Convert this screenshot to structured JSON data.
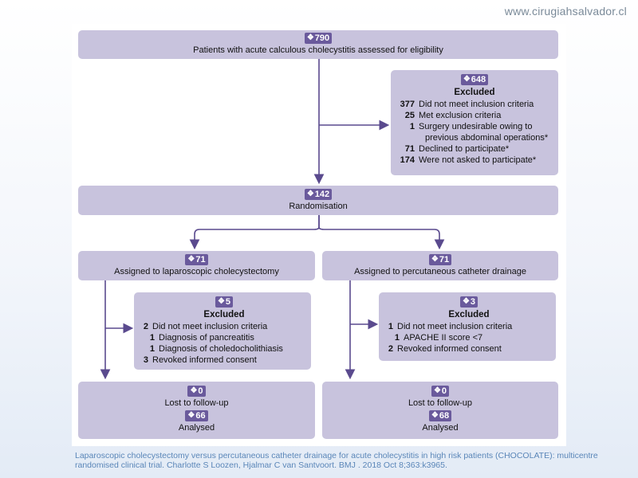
{
  "watermark": "www.cirugiahsalvador.cl",
  "assessed": {
    "n": "790",
    "label": "Patients with acute calculous cholecystitis assessed for eligibility"
  },
  "excluded_main": {
    "n": "648",
    "title": "Excluded",
    "items": [
      {
        "n": "377",
        "text": "Did not meet inclusion criteria"
      },
      {
        "n": "25",
        "text": "Met exclusion criteria"
      },
      {
        "n": "1",
        "text": "Surgery undesirable owing to",
        "text2": "previous abdominal operations*"
      },
      {
        "n": "71",
        "text": "Declined to participate*"
      },
      {
        "n": "174",
        "text": "Were not asked to participate*"
      }
    ]
  },
  "randomised": {
    "n": "142",
    "label": "Randomisation"
  },
  "left": {
    "assigned_n": "71",
    "assigned_label": "Assigned to laparoscopic cholecystectomy",
    "excluded_n": "5",
    "excluded_title": "Excluded",
    "ex1_n": "2",
    "ex1": "Did not meet inclusion criteria",
    "ex1a_n": "1",
    "ex1a": "Diagnosis of pancreatitis",
    "ex1b_n": "1",
    "ex1b": "Diagnosis of choledocholithiasis",
    "ex2_n": "3",
    "ex2": "Revoked informed consent",
    "lost_n": "0",
    "lost_label": "Lost to follow-up",
    "analysed_n": "66",
    "analysed_label": "Analysed"
  },
  "right": {
    "assigned_n": "71",
    "assigned_label": "Assigned to percutaneous catheter drainage",
    "excluded_n": "3",
    "excluded_title": "Excluded",
    "ex1_n": "1",
    "ex1": "Did not meet inclusion criteria",
    "ex1a_n": "1",
    "ex1a": "APACHE II score <7",
    "ex2_n": "2",
    "ex2": "Revoked informed consent",
    "lost_n": "0",
    "lost_label": "Lost to follow-up",
    "analysed_n": "68",
    "analysed_label": "Analysed"
  },
  "footer": {
    "line1": "Laparoscopic cholecystectomy versus percutaneous catheter drainage for acute cholecystitis in high risk patients (CHOCOLATE): multicentre",
    "line2": "randomised clinical trial. Charlotte S Loozen, Hjalmar C van Santvoort. BMJ . 2018  Oct 8;363:k3965."
  },
  "colors": {
    "box": "#c8c3dd",
    "badge": "#6a5a9c",
    "arrow": "#5a4a8e",
    "footer": "#5a86b8"
  },
  "icon": "person-icon"
}
